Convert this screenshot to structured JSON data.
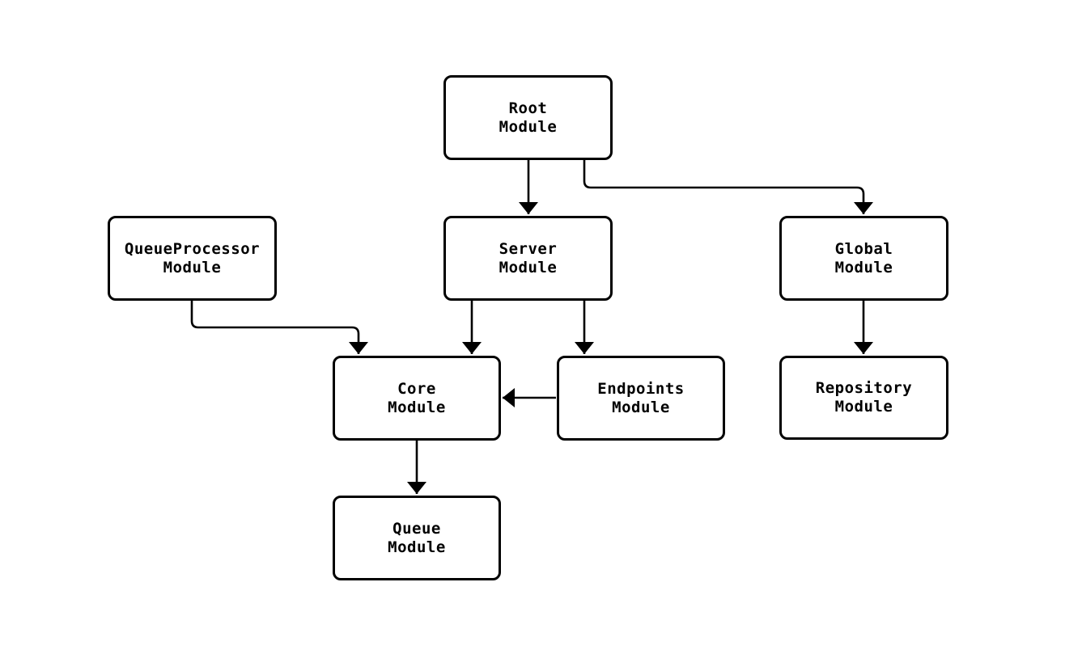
{
  "diagram": {
    "type": "module-dependency-flowchart",
    "background_color": "#ffffff",
    "node_fill_color": "#ffffff",
    "node_border_color": "#000000",
    "edge_color": "#000000",
    "text_color": "#000000",
    "nodes": {
      "root": {
        "label": "Root\nModule"
      },
      "queueprocessor": {
        "label": "QueueProcessor\nModule"
      },
      "server": {
        "label": "Server\nModule"
      },
      "global": {
        "label": "Global\nModule"
      },
      "core": {
        "label": "Core\nModule"
      },
      "endpoints": {
        "label": "Endpoints\nModule"
      },
      "repository": {
        "label": "Repository\nModule"
      },
      "queue": {
        "label": "Queue\nModule"
      }
    },
    "edges": [
      {
        "from": "root",
        "to": "server"
      },
      {
        "from": "root",
        "to": "global"
      },
      {
        "from": "queueprocessor",
        "to": "core"
      },
      {
        "from": "server",
        "to": "core"
      },
      {
        "from": "server",
        "to": "endpoints"
      },
      {
        "from": "endpoints",
        "to": "core"
      },
      {
        "from": "global",
        "to": "repository"
      },
      {
        "from": "core",
        "to": "queue"
      }
    ]
  }
}
